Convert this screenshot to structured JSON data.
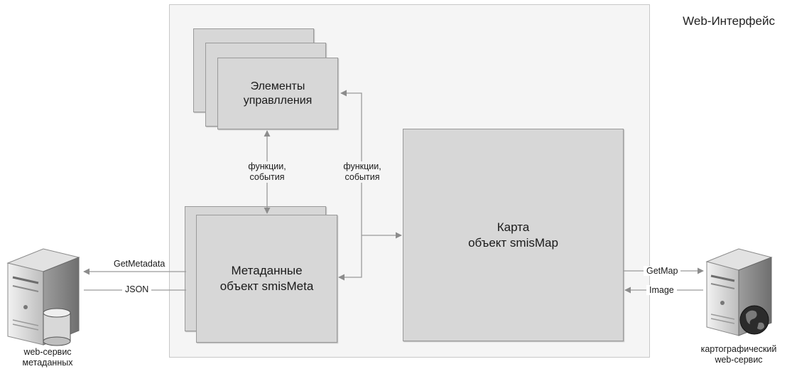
{
  "panel": {
    "title": "Web-Интерфейс"
  },
  "controls": {
    "line1": "Элементы",
    "line2": "управлления"
  },
  "metadata": {
    "line1": "Метаданные",
    "line2": "объект smisMeta"
  },
  "map": {
    "line1": "Карта",
    "line2": "объект smisMap"
  },
  "edges": {
    "controls_meta": {
      "line1": "функции,",
      "line2": "события"
    },
    "map_side": {
      "line1": "функции,",
      "line2": "события"
    },
    "get_metadata": "GetMetadata",
    "json": "JSON",
    "get_map": "GetMap",
    "image": "Image"
  },
  "left_server": {
    "line1": "web-сервис",
    "line2": "метаданных"
  },
  "right_server": {
    "line1": "картографический",
    "line2": "web-сервис"
  },
  "colors": {
    "box_fill": "#d7d7d7",
    "panel_fill": "#f5f5f5",
    "arrow": "#9a9a9a"
  }
}
